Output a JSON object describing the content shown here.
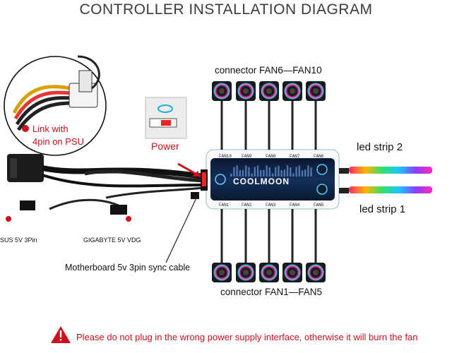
{
  "title": "CONTROLLER INSTALLATION DIAGRAM",
  "connector_top": "connector  FAN6—FAN10",
  "connector_bottom": "connector  FAN1—FAN5",
  "psu_link_line1": "Link with",
  "psu_link_line2": "4pin on PSU",
  "power": "Power",
  "led_strip_2": "led strip 2",
  "led_strip_1": "led strip 1",
  "asus": "SUS 5V 3Pin",
  "gigabyte": "GIGABYTE 5V  VDG",
  "motherboard": "Motherboard 5v 3pin sync cable",
  "brand": "COOLMOON",
  "hub_top_labels": [
    "FAN10",
    "FAN9",
    "FAN8",
    "FAN7",
    "FAN6"
  ],
  "hub_bottom_labels": [
    "FAN1",
    "FAN2",
    "FAN3",
    "FAN4",
    "FAN5"
  ],
  "warning_icon": "warning-triangle-icon",
  "warning": "Please do not plug in the wrong power supply interface, otherwise it will burn the fan",
  "colors": {
    "accent_red": "#c8101d",
    "hub_dark": "#0d1b2e"
  }
}
